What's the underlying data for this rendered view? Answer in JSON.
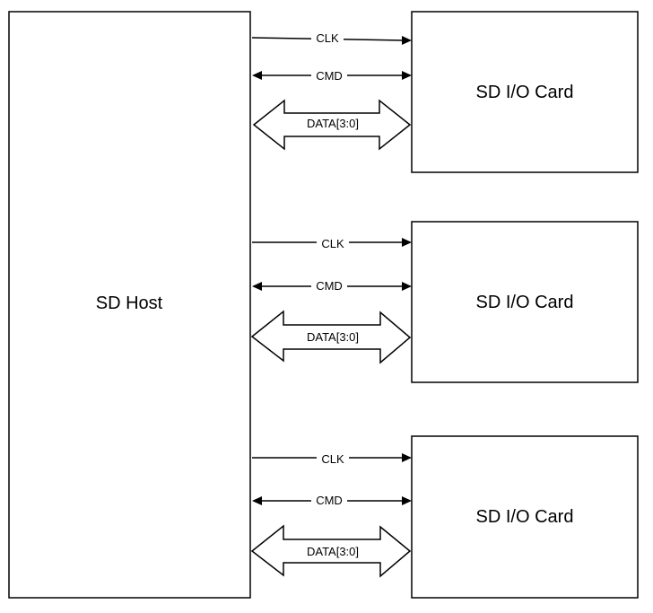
{
  "host": {
    "label": "SD Host"
  },
  "cards": [
    {
      "label": "SD I/O Card",
      "signals": {
        "clk": "CLK",
        "cmd": "CMD",
        "data": "DATA[3:0]"
      }
    },
    {
      "label": "SD I/O Card",
      "signals": {
        "clk": "CLK",
        "cmd": "CMD",
        "data": "DATA[3:0]"
      }
    },
    {
      "label": "SD I/O Card",
      "signals": {
        "clk": "CLK",
        "cmd": "CMD",
        "data": "DATA[3:0]"
      }
    }
  ]
}
